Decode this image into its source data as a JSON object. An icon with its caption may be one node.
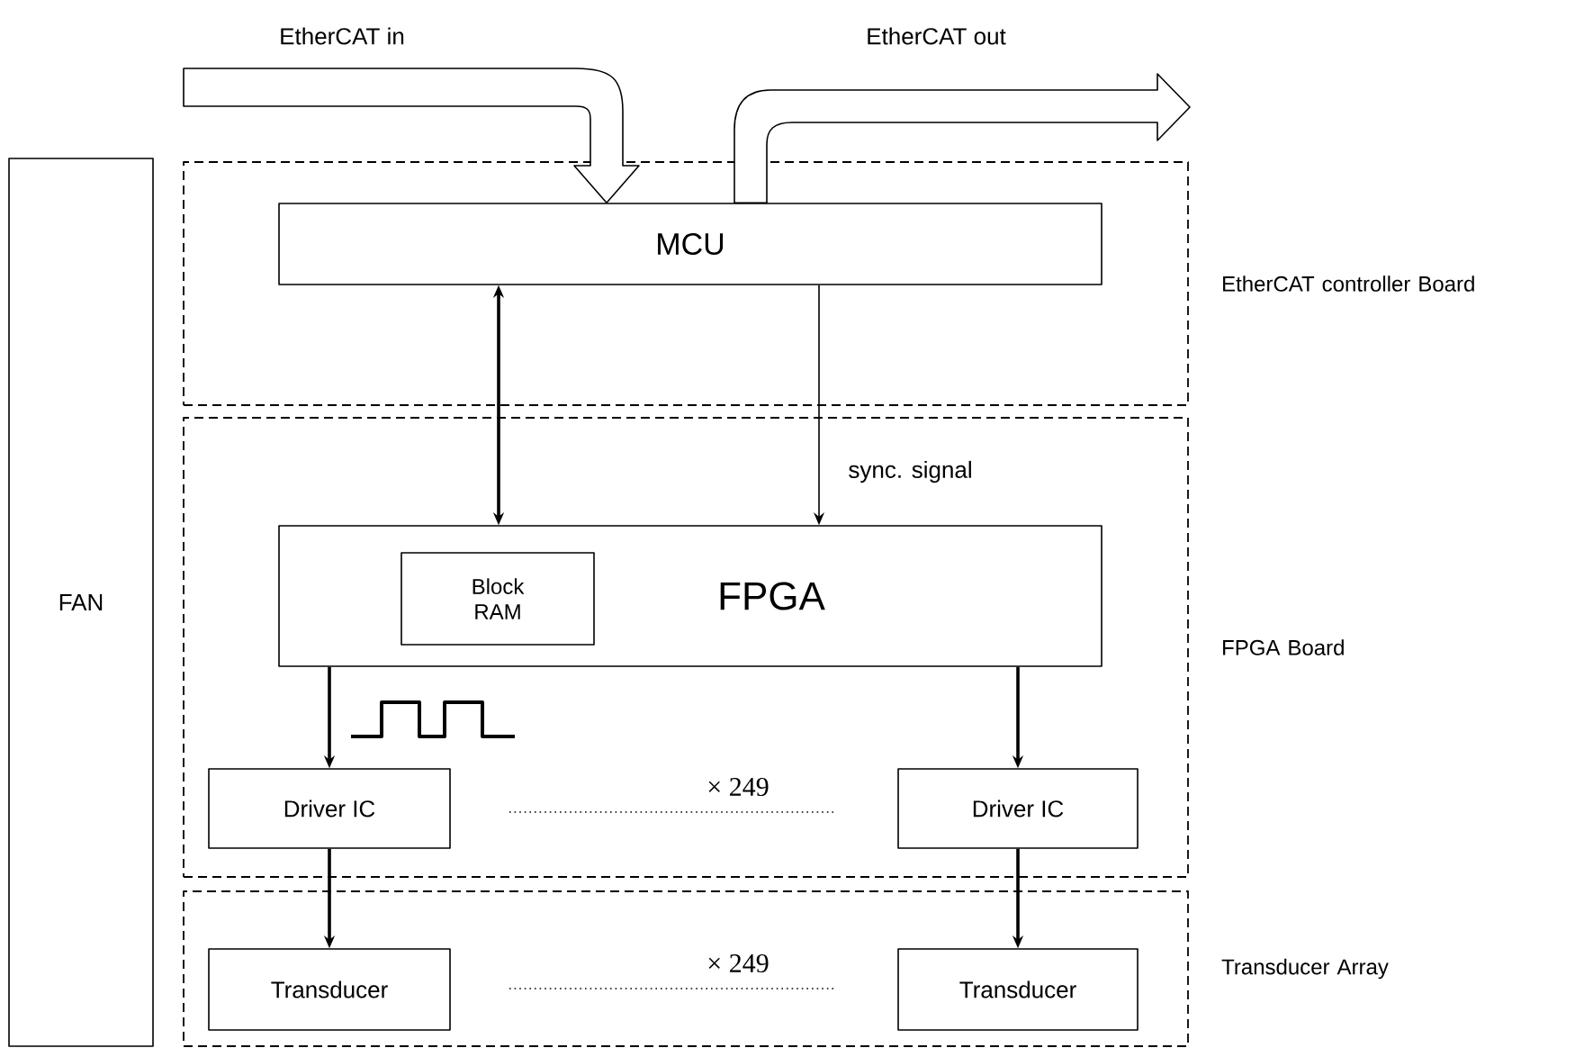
{
  "diagram": {
    "nodes": [
      {
        "text": [
          "FAN"
        ]
      },
      {
        "text": [
          "EtherCAT controller Board"
        ]
      },
      {
        "text": [
          "MCU"
        ],
        "in": 1
      },
      {
        "text": [
          "FPGA Board"
        ]
      },
      {
        "text": [
          "FPGA"
        ],
        "in": 3
      },
      {
        "text": [
          "Block RAM"
        ],
        "in": 4
      },
      {
        "text": [
          "Driver IC"
        ],
        "in": 3
      },
      {
        "text": [
          "Driver IC"
        ],
        "in": 3
      },
      {
        "text": [
          "Transducer Array"
        ]
      },
      {
        "text": [
          "Transducer"
        ],
        "in": 8
      },
      {
        "text": [
          "Transducer"
        ],
        "in": 8
      }
    ],
    "edges": [
      {
        "from": null,
        "to": 2,
        "arrow": "to",
        "label": "EtherCAT in"
      },
      {
        "from": 2,
        "to": null,
        "arrow": "to",
        "label": "EtherCAT out"
      },
      {
        "from": 2,
        "to": 4,
        "arrow": "both"
      },
      {
        "from": 2,
        "to": 4,
        "arrow": "to",
        "label": "sync. signal"
      },
      {
        "from": 4,
        "to": 6,
        "arrow": "to"
      },
      {
        "from": 4,
        "to": 7,
        "arrow": "to"
      },
      {
        "from": 6,
        "to": 9,
        "arrow": "to"
      },
      {
        "from": 7,
        "to": 10,
        "arrow": "to"
      }
    ],
    "labels": [
      "× 249",
      "× 249"
    ]
  }
}
